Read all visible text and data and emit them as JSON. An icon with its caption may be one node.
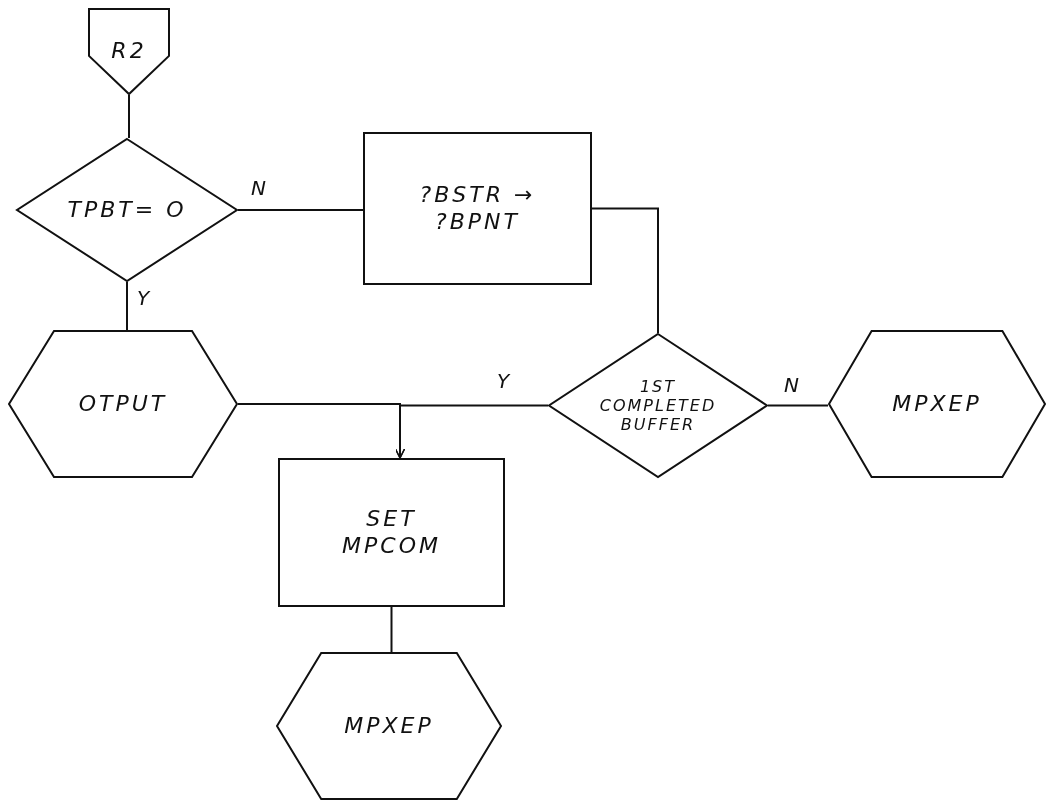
{
  "diagram": {
    "nodes": [
      {
        "text": [
          "R2"
        ]
      },
      {
        "text": [
          "TPBT= O"
        ]
      },
      {
        "text": [
          "?BSTR → ?BPNT"
        ]
      },
      {
        "text": [
          "OTPUT"
        ]
      },
      {
        "text": [
          "1ST COMPLETED BUFFER"
        ]
      },
      {
        "text": [
          "MPXEP"
        ]
      },
      {
        "text": [
          "SET MPCOM"
        ]
      },
      {
        "text": [
          "MPXEP"
        ]
      }
    ],
    "edges": [
      {
        "from": 0,
        "to": 1,
        "arrow": "none"
      },
      {
        "from": 1,
        "to": 2,
        "arrow": "none",
        "label": "N"
      },
      {
        "from": 1,
        "to": 3,
        "arrow": "none",
        "label": "Y"
      },
      {
        "from": 2,
        "to": 4,
        "arrow": "none"
      },
      {
        "from": 4,
        "to": 6,
        "arrow": "to",
        "label": "Y"
      },
      {
        "from": 3,
        "to": 6,
        "arrow": "to"
      },
      {
        "from": 4,
        "to": 5,
        "arrow": "none",
        "label": "N"
      },
      {
        "from": 6,
        "to": 7,
        "arrow": "none"
      }
    ]
  }
}
